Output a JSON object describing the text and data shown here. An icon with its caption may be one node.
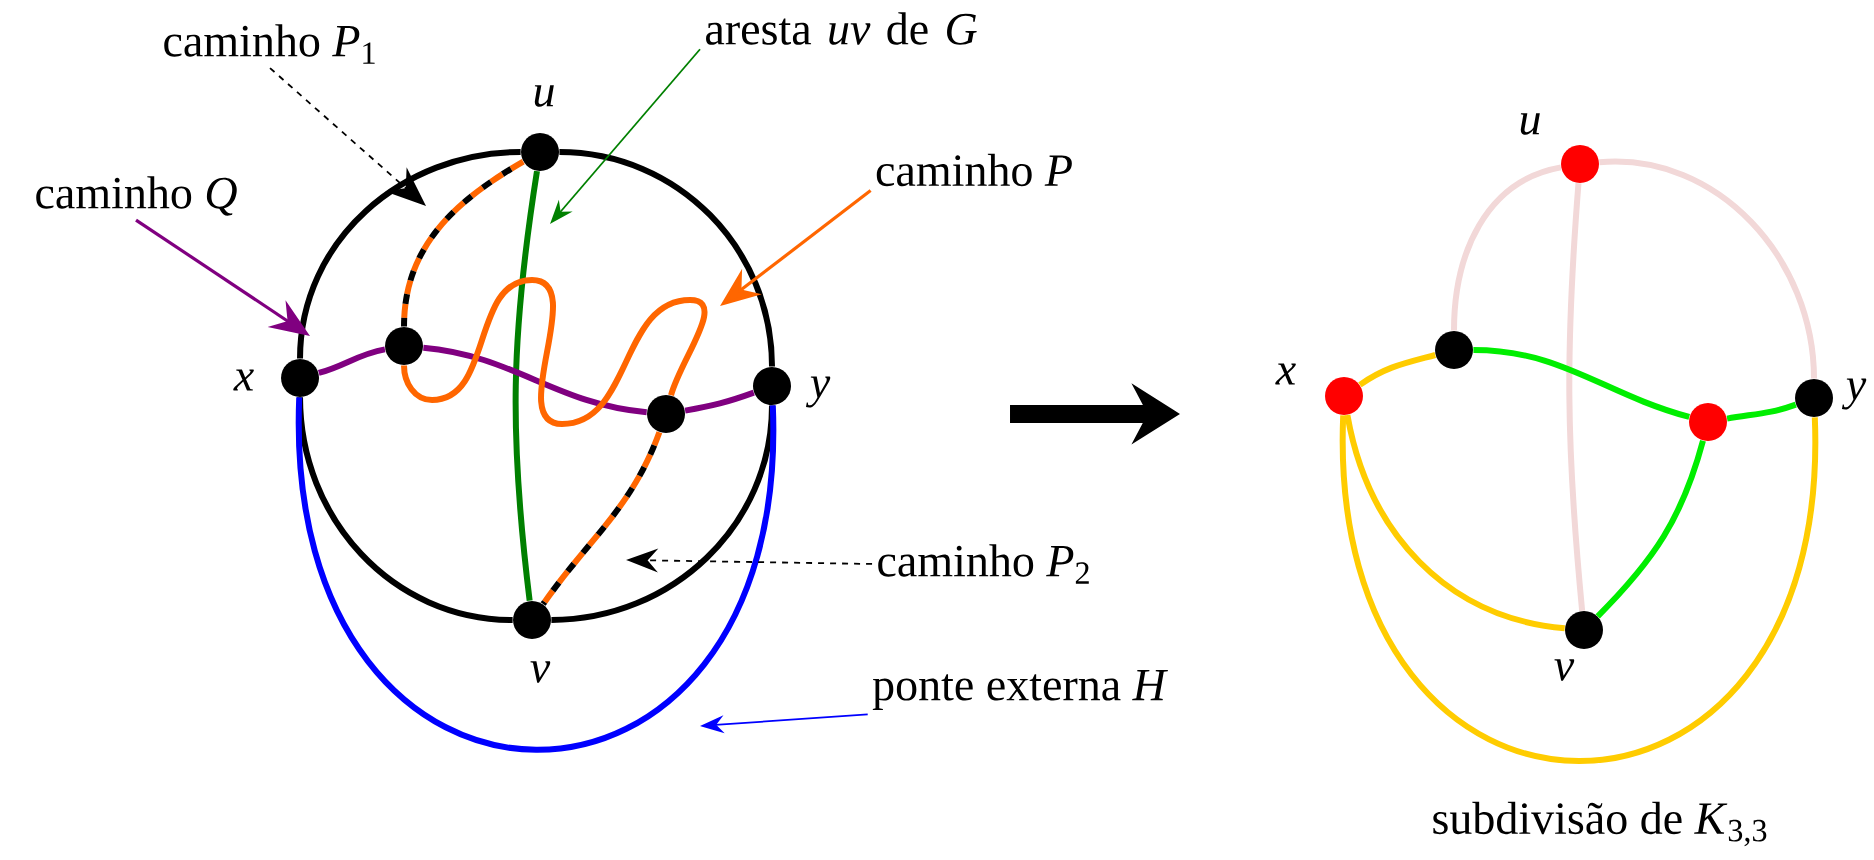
{
  "diagram": {
    "nodes": [
      {
        "text": [],
        "shape": "circle",
        "beside": [
          "u"
        ]
      },
      {
        "text": [],
        "shape": "circle",
        "beside": [
          "x"
        ]
      },
      {
        "text": [],
        "shape": "circle",
        "beside": [
          "y"
        ]
      },
      {
        "text": [],
        "shape": "circle",
        "beside": [
          "v"
        ]
      },
      {
        "text": [],
        "shape": "circle"
      },
      {
        "text": [],
        "shape": "circle"
      },
      {
        "text": [],
        "shape": "circle",
        "beside": [
          "u"
        ]
      },
      {
        "text": [],
        "shape": "circle",
        "beside": [
          "x"
        ]
      },
      {
        "text": [],
        "shape": "circle"
      },
      {
        "text": [],
        "shape": "circle"
      },
      {
        "text": [],
        "shape": "circle",
        "beside": [
          "y"
        ]
      },
      {
        "text": [],
        "shape": "circle",
        "beside": [
          "v"
        ]
      },
      {
        "text": [
          "caminho *P*$_{1}$"
        ]
      },
      {
        "text": [
          "aresta *uv* de *G*"
        ]
      },
      {
        "text": [
          "caminho *Q*"
        ]
      },
      {
        "text": [
          "caminho *P*"
        ]
      },
      {
        "text": [
          "caminho *P*$_{2}$"
        ]
      },
      {
        "text": [
          "ponte externa *H*"
        ]
      }
    ],
    "edges": [
      {
        "from": 0,
        "to": 1,
        "arrow": "none"
      },
      {
        "from": 1,
        "to": 3,
        "arrow": "none"
      },
      {
        "from": 3,
        "to": 2,
        "arrow": "none"
      },
      {
        "from": 2,
        "to": 0,
        "arrow": "none"
      },
      {
        "from": 0,
        "to": 3,
        "arrow": "none",
        "color": "#008000"
      },
      {
        "from": 1,
        "to": 4,
        "arrow": "none",
        "color": "#800080"
      },
      {
        "from": 4,
        "to": 5,
        "arrow": "none",
        "color": "#800080"
      },
      {
        "from": 5,
        "to": 2,
        "arrow": "none",
        "color": "#800080"
      },
      {
        "from": 0,
        "to": 4,
        "arrow": "none",
        "style": "dashed",
        "color": "#ff6600"
      },
      {
        "from": 4,
        "to": 5,
        "arrow": "none",
        "color": "#ff6600"
      },
      {
        "from": 5,
        "to": 3,
        "arrow": "none",
        "style": "dashed",
        "color": "#ff6600"
      },
      {
        "from": 1,
        "to": 2,
        "arrow": "none",
        "color": "#0000ff"
      },
      {
        "from": 12,
        "to": null,
        "arrow": "to",
        "style": "dashed",
        "color": "#000000"
      },
      {
        "from": 13,
        "to": null,
        "arrow": "to",
        "color": "#008000"
      },
      {
        "from": 14,
        "to": null,
        "arrow": "to",
        "color": "#800080"
      },
      {
        "from": 15,
        "to": null,
        "arrow": "to",
        "color": "#ff6600"
      },
      {
        "from": 16,
        "to": null,
        "arrow": "to",
        "style": "dashed",
        "color": "#000000"
      },
      {
        "from": 17,
        "to": null,
        "arrow": "to",
        "color": "#0000ff"
      },
      {
        "from": 6,
        "to": 8,
        "arrow": "none",
        "color": "#f2d8d8"
      },
      {
        "from": 6,
        "to": 10,
        "arrow": "none",
        "color": "#f2d8d8"
      },
      {
        "from": 6,
        "to": 11,
        "arrow": "none",
        "color": "#f2d8d8"
      },
      {
        "from": 7,
        "to": 8,
        "arrow": "none",
        "color": "#ffcc00"
      },
      {
        "from": 8,
        "to": 9,
        "arrow": "none",
        "color": "#00ee00"
      },
      {
        "from": 9,
        "to": 10,
        "arrow": "none",
        "color": "#00ee00"
      },
      {
        "from": 9,
        "to": 11,
        "arrow": "none",
        "color": "#00ee00"
      },
      {
        "from": 7,
        "to": 11,
        "arrow": "none",
        "color": "#ffcc00"
      },
      {
        "from": 7,
        "to": 10,
        "arrow": "none",
        "color": "#ffcc00"
      }
    ],
    "labels": [
      "subdivisão de *K*$_{3,3}$"
    ]
  }
}
